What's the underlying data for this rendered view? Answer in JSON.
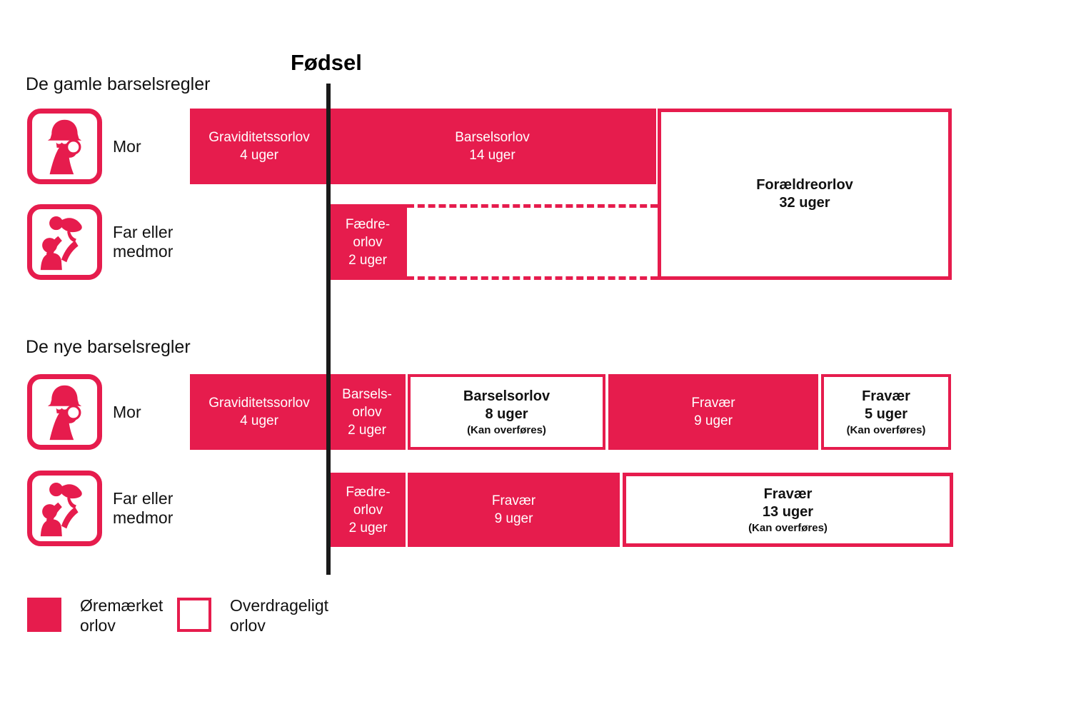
{
  "title": "Fødsel",
  "colors": {
    "accent_red": "#E61C4D",
    "text_black": "#111111",
    "line_black": "#1A1A1A",
    "white": "#FFFFFF"
  },
  "icons": {
    "mother": "mother-holding-baby-icon",
    "father": "parent-lifting-baby-icon"
  },
  "old_section": {
    "heading": "De gamle barselsregler",
    "mor_label": "Mor",
    "far_label": [
      "Far eller",
      "medmor"
    ],
    "bars": {
      "graviditetsorlov": {
        "lines": [
          "Graviditetssorlov",
          "4 uger"
        ],
        "style": "earmarked"
      },
      "barselsorlov": {
        "lines": [
          "Barselsorlov",
          "14 uger"
        ],
        "style": "earmarked"
      },
      "foraeldreorlov": {
        "lines": [
          "Forældreorlov",
          "32 uger"
        ],
        "style": "transferable"
      },
      "faedreorlov": {
        "lines": [
          "Fædre-",
          "orlov",
          "2 uger"
        ],
        "style": "earmarked"
      }
    }
  },
  "new_section": {
    "heading": "De nye barselsregler",
    "mor_label": "Mor",
    "far_label": [
      "Far eller",
      "medmor"
    ],
    "mor_bars": {
      "graviditetsorlov": {
        "lines": [
          "Graviditetssorlov",
          "4 uger"
        ],
        "style": "earmarked"
      },
      "barselsorlov_2": {
        "lines": [
          "Barsels-",
          "orlov",
          "2 uger"
        ],
        "style": "earmarked"
      },
      "barselsorlov_8": {
        "lines": [
          "Barselsorlov",
          "8 uger",
          "(Kan overføres)"
        ],
        "style": "transferable"
      },
      "fravaer_9": {
        "lines": [
          "Fravær",
          "9 uger"
        ],
        "style": "earmarked"
      },
      "fravaer_5": {
        "lines": [
          "Fravær",
          "5 uger",
          "(Kan overføres)"
        ],
        "style": "transferable"
      }
    },
    "far_bars": {
      "faedreorlov": {
        "lines": [
          "Fædre-",
          "orlov",
          "2 uger"
        ],
        "style": "earmarked"
      },
      "fravaer_9": {
        "lines": [
          "Fravær",
          "9 uger"
        ],
        "style": "earmarked"
      },
      "fravaer_13": {
        "lines": [
          "Fravær",
          "13 uger",
          "(Kan overføres)"
        ],
        "style": "transferable"
      }
    }
  },
  "legend": {
    "earmarked": [
      "Øremærket",
      "orlov"
    ],
    "transferable": [
      "Overdrageligt",
      "orlov"
    ]
  }
}
